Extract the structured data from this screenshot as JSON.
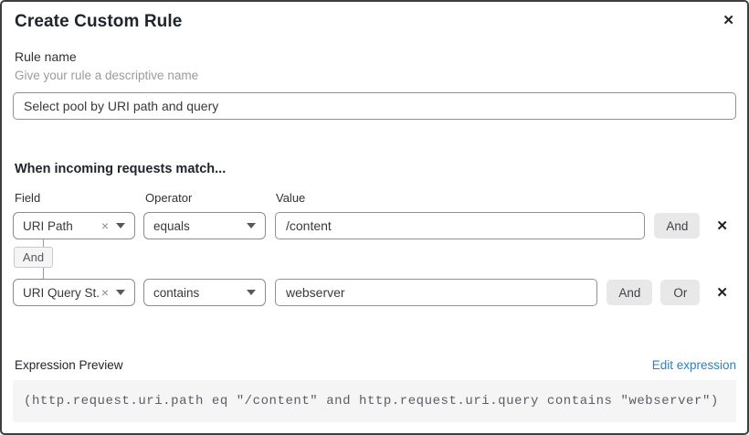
{
  "dialog": {
    "title": "Create Custom Rule"
  },
  "icons": {
    "close": "✕",
    "clear": "×",
    "row_delete": "✕"
  },
  "rule_name": {
    "label": "Rule name",
    "hint": "Give your rule a descriptive name",
    "value": "Select pool by URI path and query"
  },
  "match": {
    "heading": "When incoming requests match...",
    "columns": {
      "field": "Field",
      "operator": "Operator",
      "value": "Value"
    },
    "connector_label": "And",
    "rows": [
      {
        "field": "URI Path",
        "operator": "equals",
        "value": "/content",
        "buttons": [
          "And"
        ]
      },
      {
        "field": "URI Query St...",
        "operator": "contains",
        "value": "webserver",
        "buttons": [
          "And",
          "Or"
        ]
      }
    ]
  },
  "expression": {
    "label": "Expression Preview",
    "edit_link": "Edit expression",
    "code": "(http.request.uri.path eq \"/content\" and http.request.uri.query contains \"webserver\")"
  },
  "colors": {
    "dialog_border": "#3e3e3e",
    "control_border": "#8c8c8c",
    "button_bg": "#e8e8e8",
    "badge_bg": "#f5f5f5",
    "code_bg": "#f5f5f5",
    "link": "#2f7fbc",
    "hint_text": "#9b9b9b"
  }
}
